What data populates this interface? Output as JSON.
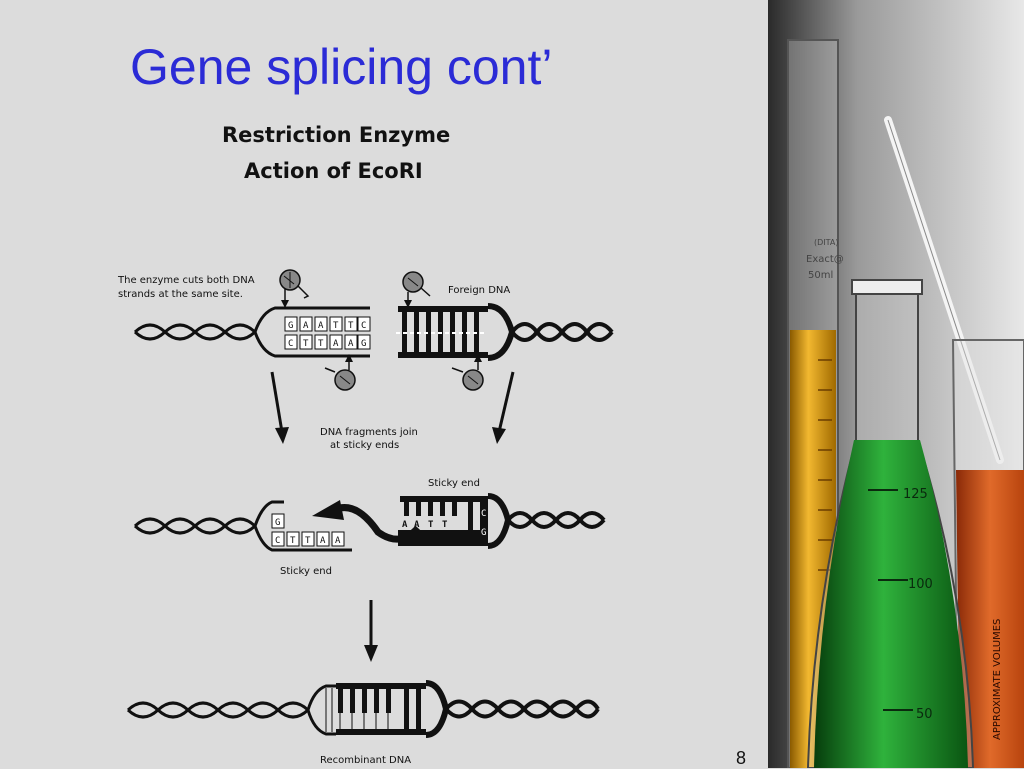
{
  "slide": {
    "title": "Gene splicing cont’",
    "page_number": "8"
  },
  "diagram": {
    "heading_line1": "Restriction Enzyme",
    "heading_line2": "Action of EcoRI",
    "caption_enzyme_line1": "The enzyme cuts both DNA",
    "caption_enzyme_line2": "strands at the same site.",
    "caption_foreign": "Foreign DNA",
    "caption_join_line1": "DNA fragments join",
    "caption_join_line2": "at sticky ends",
    "caption_sticky_top": "Sticky end",
    "caption_sticky_bottom": "Sticky end",
    "caption_recombinant": "Recombinant DNA",
    "site_top_bases": [
      "G",
      "A",
      "A",
      "T",
      "T",
      "C"
    ],
    "site_bottom_bases": [
      "C",
      "T",
      "T",
      "A",
      "A",
      "G"
    ],
    "left_fragment_top": [
      "G"
    ],
    "left_fragment_bottom": [
      "C",
      "T",
      "T",
      "A",
      "A"
    ],
    "foreign_fragment_top": [
      "A",
      "A",
      "T",
      "T",
      "C"
    ],
    "foreign_fragment_bottom": [
      "G"
    ]
  },
  "photo": {
    "tube_label_1": "(DITA)",
    "tube_label_2": "Exact@",
    "tube_label_3": "50ml",
    "flask_mark_1": "125",
    "flask_mark_2": "100",
    "flask_mark_3": "50",
    "beaker_text": "APPROXIMATE VOLUMES",
    "colors": {
      "tube_liquid": "#e0a020",
      "flask_liquid": "#1e9a2a",
      "beaker_liquid": "#d9541a"
    }
  }
}
